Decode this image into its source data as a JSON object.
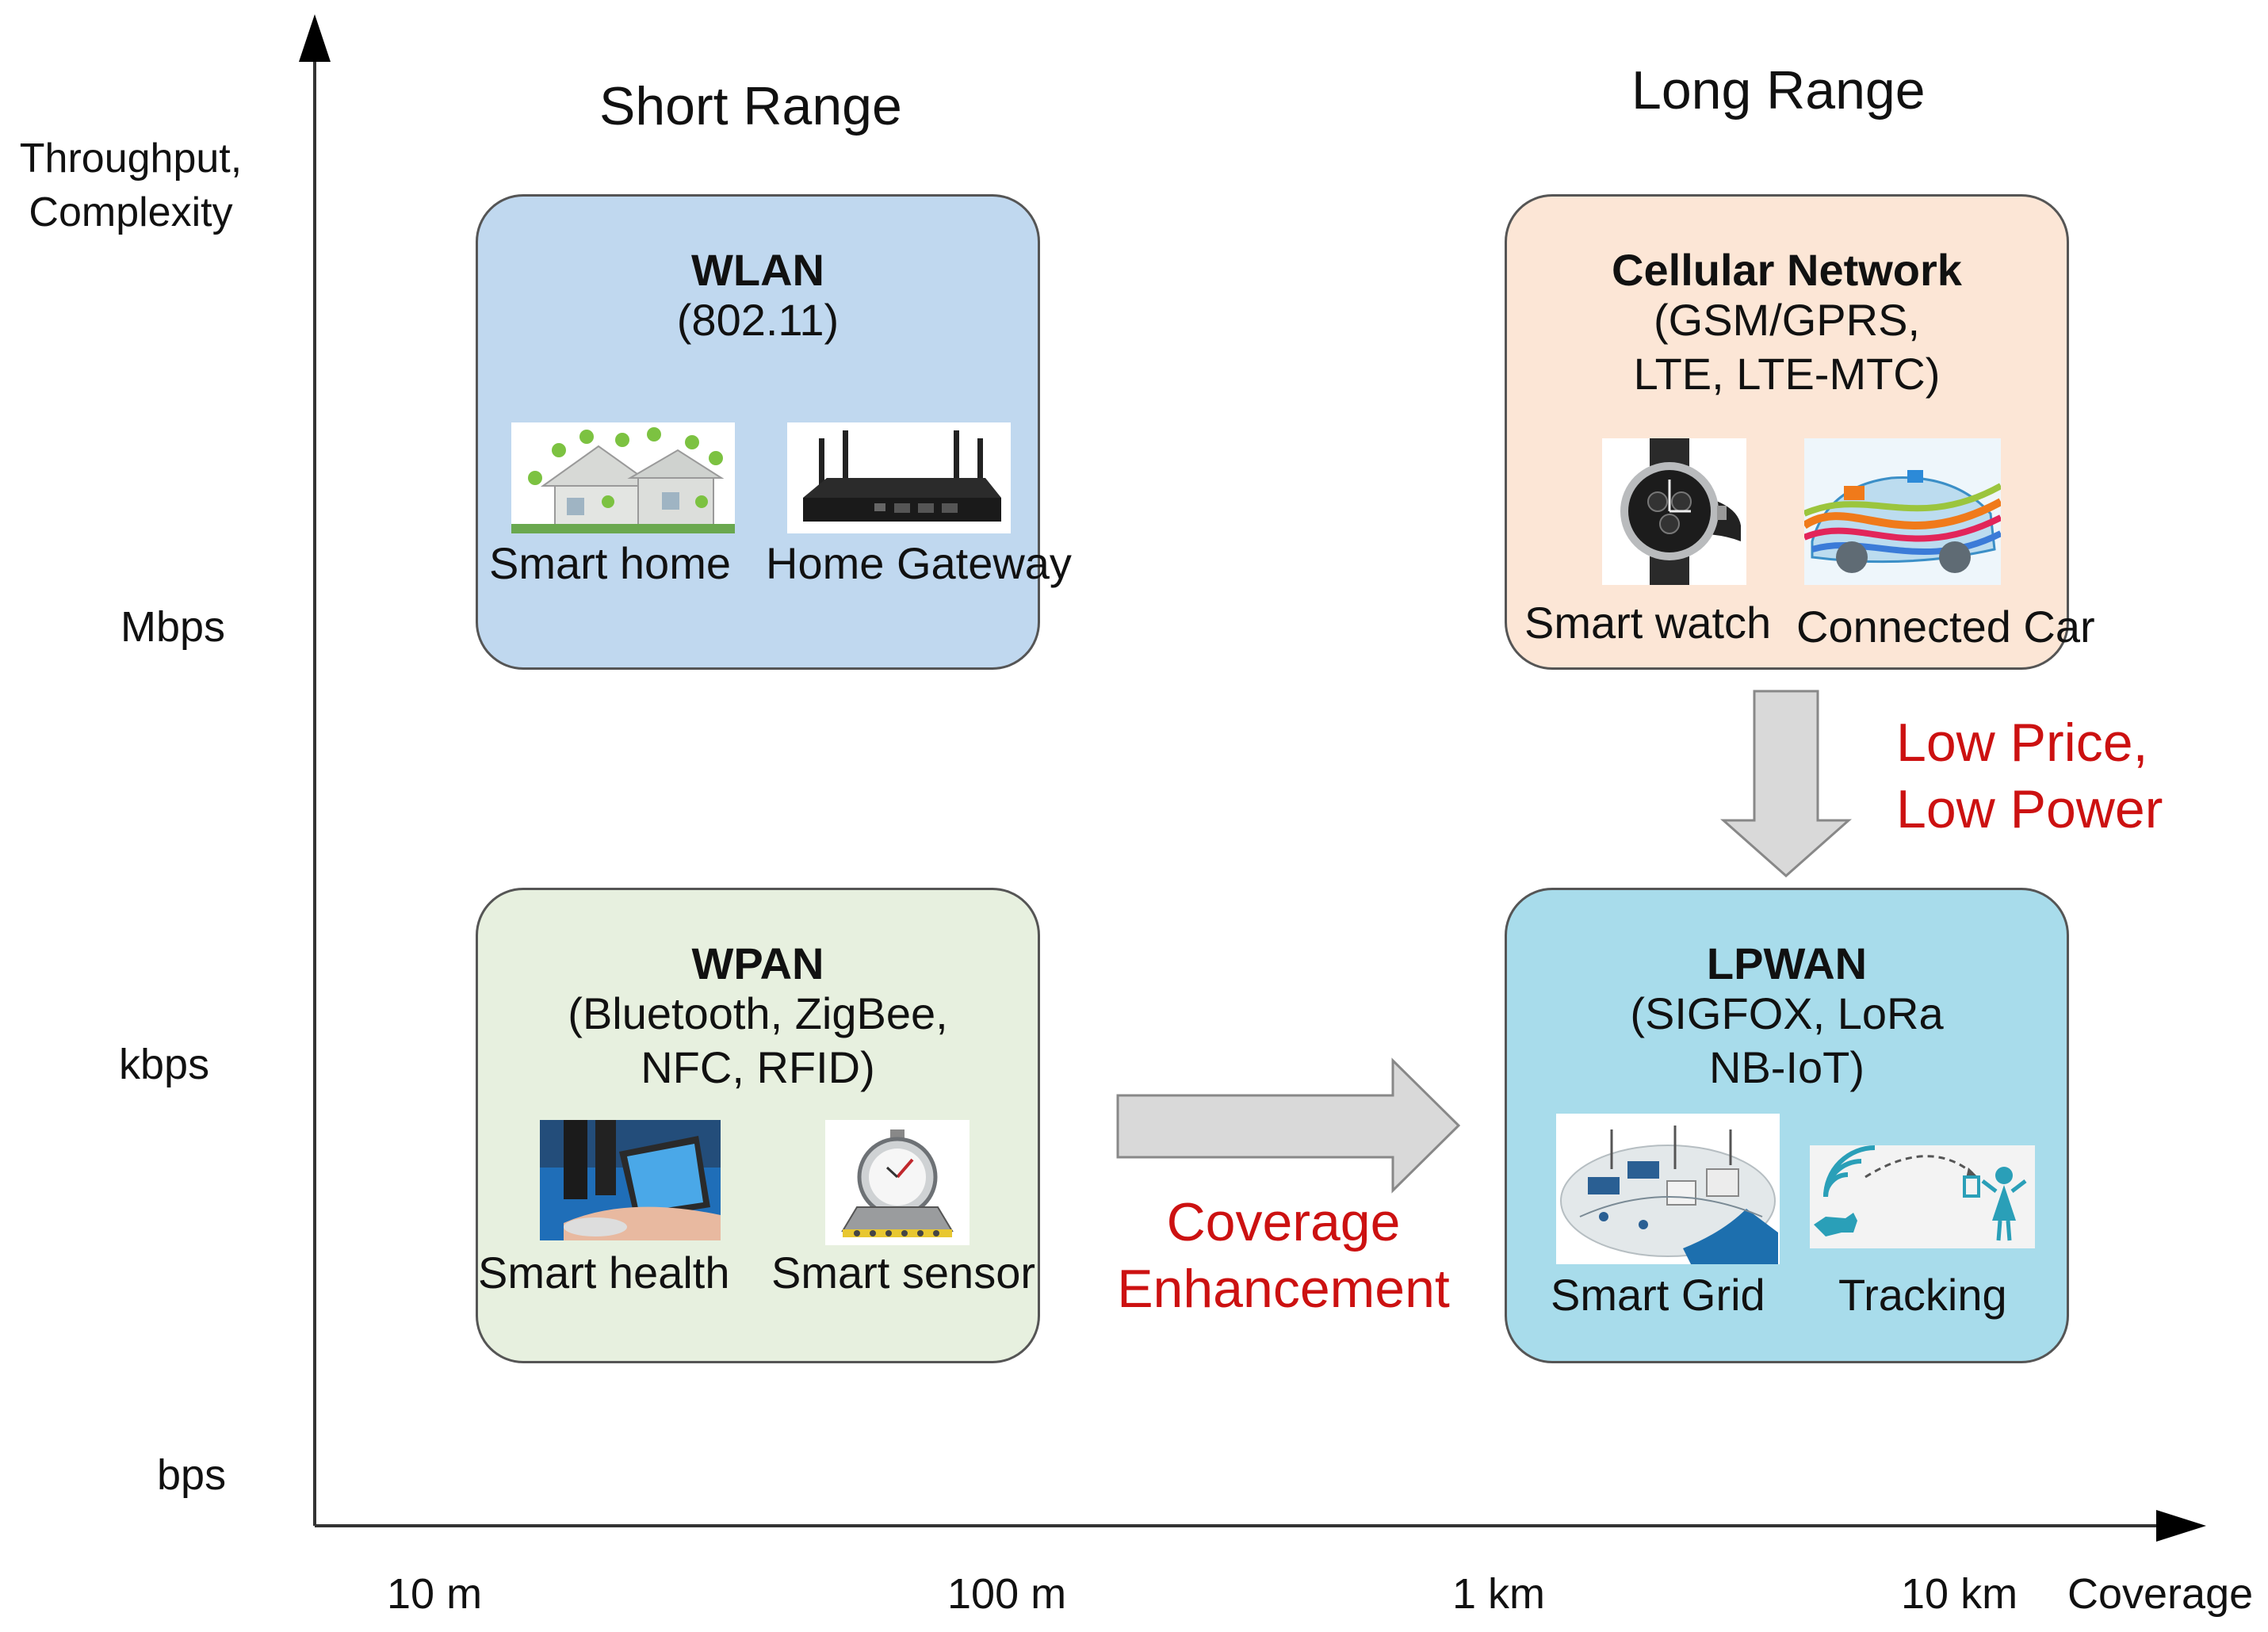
{
  "axes": {
    "y_label": "Throughput,\nComplexity",
    "x_label": "Coverage",
    "y_ticks": [
      "Mbps",
      "kbps",
      "bps"
    ],
    "x_ticks": [
      "10 m",
      "100 m",
      "1 km",
      "10 km"
    ]
  },
  "regions": {
    "short": "Short Range",
    "long": "Long Range"
  },
  "boxes": {
    "wlan": {
      "title": "WLAN",
      "subtitle": "(802.11)",
      "fill": "#c0d8ef",
      "items": [
        "Smart home",
        "Home Gateway"
      ],
      "icons": [
        "smart-home-image",
        "home-gateway-image"
      ]
    },
    "cellular": {
      "title": "Cellular Network",
      "subtitle": "(GSM/GPRS,\nLTE, LTE-MTC)",
      "fill": "#fce6d6",
      "items": [
        "Smart watch",
        "Connected Car"
      ],
      "icons": [
        "smart-watch-image",
        "connected-car-image"
      ]
    },
    "wpan": {
      "title": "WPAN",
      "subtitle": "(Bluetooth, ZigBee,\nNFC, RFID)",
      "fill": "#e7f0df",
      "items": [
        "Smart health",
        "Smart sensor"
      ],
      "icons": [
        "smart-health-image",
        "smart-sensor-image"
      ]
    },
    "lpwan": {
      "title": "LPWAN",
      "subtitle": "(SIGFOX, LoRa\nNB-IoT)",
      "fill": "#a8dceb",
      "items": [
        "Smart Grid",
        "Tracking"
      ],
      "icons": [
        "smart-grid-image",
        "tracking-image"
      ]
    }
  },
  "annotations": {
    "low_price": "Low Price,\nLow Power",
    "coverage": "Coverage\nEnhancement",
    "color": "#cc1111"
  },
  "arrow_fill": "#d9d9d9"
}
